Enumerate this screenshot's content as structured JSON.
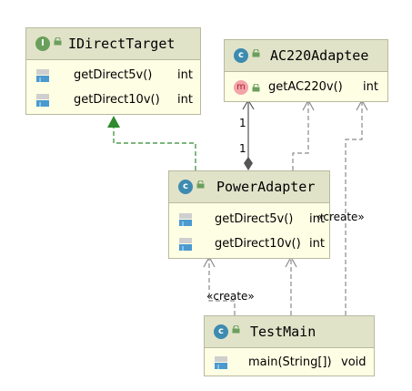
{
  "classes": {
    "idirect_target": {
      "kind_icon": "I",
      "name": "IDirectTarget",
      "methods": [
        {
          "name": "getDirect5v()",
          "type": "int"
        },
        {
          "name": "getDirect10v()",
          "type": "int"
        }
      ]
    },
    "ac220_adaptee": {
      "kind_icon": "c",
      "name": "AC220Adaptee",
      "methods": [
        {
          "badge": "m",
          "name": "getAC220v()",
          "type": "int"
        }
      ]
    },
    "power_adapter": {
      "kind_icon": "c",
      "name": "PowerAdapter",
      "methods": [
        {
          "name": "getDirect5v()",
          "type": "int"
        },
        {
          "name": "getDirect10v()",
          "type": "int"
        }
      ]
    },
    "test_main": {
      "kind_icon": "c",
      "name": "TestMain",
      "methods": [
        {
          "name": "main(String[])",
          "type": "void"
        }
      ]
    }
  },
  "edges": {
    "composition_mult_top": "1",
    "composition_mult_bottom": "1",
    "create_label_right": "«create»",
    "create_label_left": "«create»"
  },
  "colors": {
    "class_fill": "#fefee4",
    "header_fill": "#e1e3c9",
    "border": "#b9b99e",
    "realization": "#2e8b2e",
    "dependency": "#8a8a8a",
    "composition": "#555555"
  }
}
